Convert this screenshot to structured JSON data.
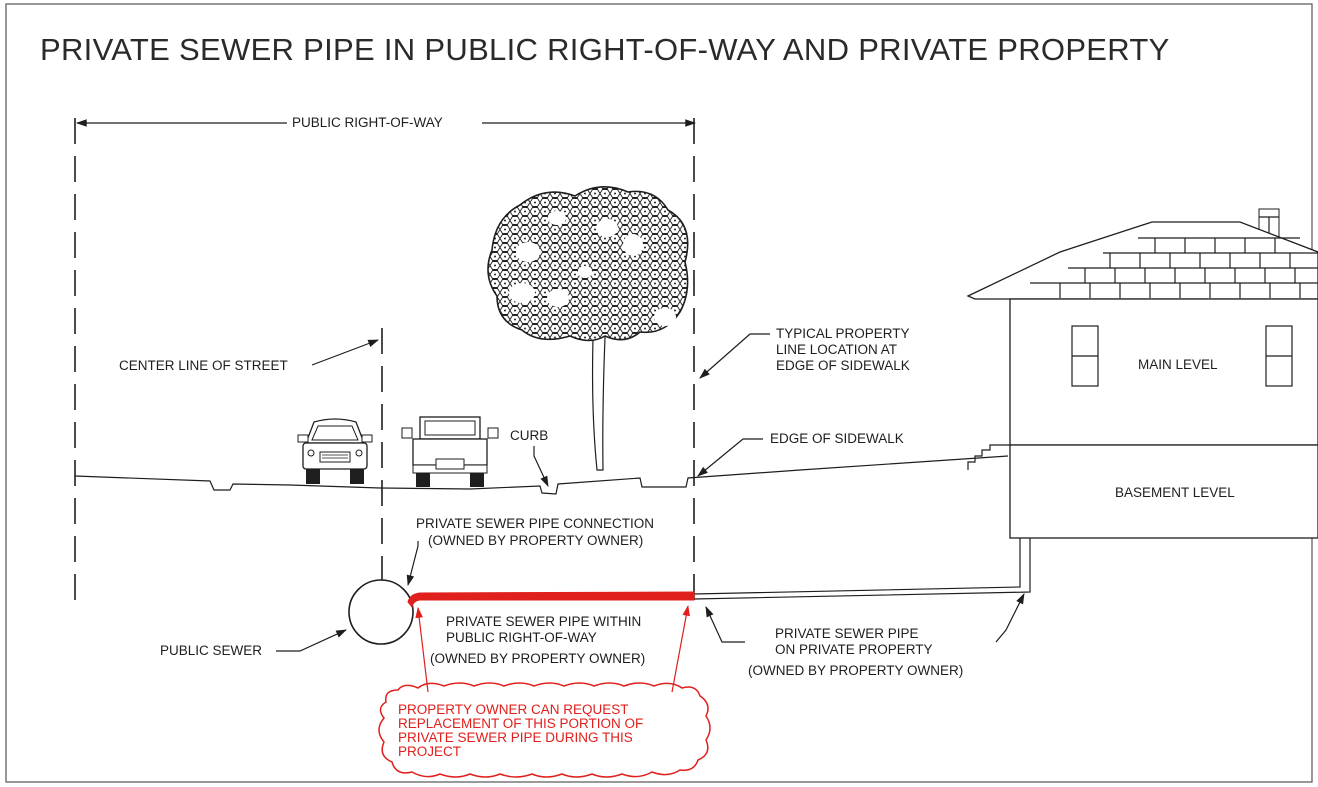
{
  "title": "PRIVATE SEWER PIPE IN PUBLIC RIGHT-OF-WAY AND PRIVATE PROPERTY",
  "labels": {
    "public_row": "PUBLIC RIGHT-OF-WAY",
    "center_line": "CENTER LINE OF STREET",
    "typical_property_1": "TYPICAL PROPERTY",
    "typical_property_2": "LINE LOCATION AT",
    "typical_property_3": "EDGE OF SIDEWALK",
    "main_level": "MAIN LEVEL",
    "basement_level": "BASEMENT LEVEL",
    "curb": "CURB",
    "edge_of_sidewalk": "EDGE OF SIDEWALK",
    "connection_1": "PRIVATE SEWER PIPE CONNECTION",
    "connection_2": "(OWNED BY PROPERTY OWNER)",
    "within_row_1": "PRIVATE SEWER PIPE WITHIN",
    "within_row_2": "PUBLIC RIGHT-OF-WAY",
    "within_row_3": "(OWNED BY PROPERTY OWNER)",
    "on_private_1": "PRIVATE SEWER PIPE",
    "on_private_2": "ON PRIVATE PROPERTY",
    "on_private_3": "(OWNED BY PROPERTY OWNER)",
    "public_sewer": "PUBLIC SEWER",
    "callout_1": "PROPERTY OWNER CAN REQUEST",
    "callout_2": "REPLACEMENT OF THIS PORTION OF",
    "callout_3": "PRIVATE SEWER PIPE DURING THIS",
    "callout_4": "PROJECT"
  },
  "colors": {
    "highlight": "#e0201c",
    "ink": "#1e1e1e"
  },
  "icons": [
    "car-front-icon",
    "pickup-truck-rear-icon",
    "tree-icon",
    "house-icon"
  ]
}
